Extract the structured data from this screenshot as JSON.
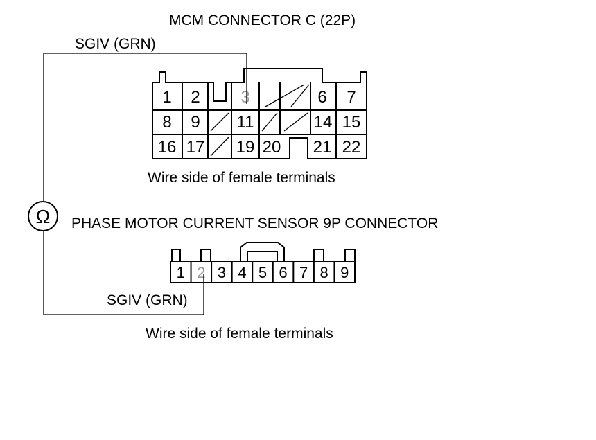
{
  "mcm": {
    "title": "MCM CONNECTOR C (22P)",
    "wire_label": "SGIV (GRN)",
    "caption": "Wire side of female terminals",
    "terminals": {
      "t1": "1",
      "t2": "2",
      "t3": "3",
      "t6": "6",
      "t7": "7",
      "t8": "8",
      "t9": "9",
      "t11": "11",
      "t14": "14",
      "t15": "15",
      "t16": "16",
      "t17": "17",
      "t19": "19",
      "t20": "20",
      "t21": "21",
      "t22": "22"
    }
  },
  "meter": {
    "symbol": "Ω"
  },
  "sensor": {
    "title": "PHASE MOTOR CURRENT SENSOR 9P CONNECTOR",
    "wire_label": "SGIV (GRN)",
    "caption": "Wire side of female terminals",
    "terminals": [
      "1",
      "2",
      "3",
      "4",
      "5",
      "6",
      "7",
      "8",
      "9"
    ]
  }
}
